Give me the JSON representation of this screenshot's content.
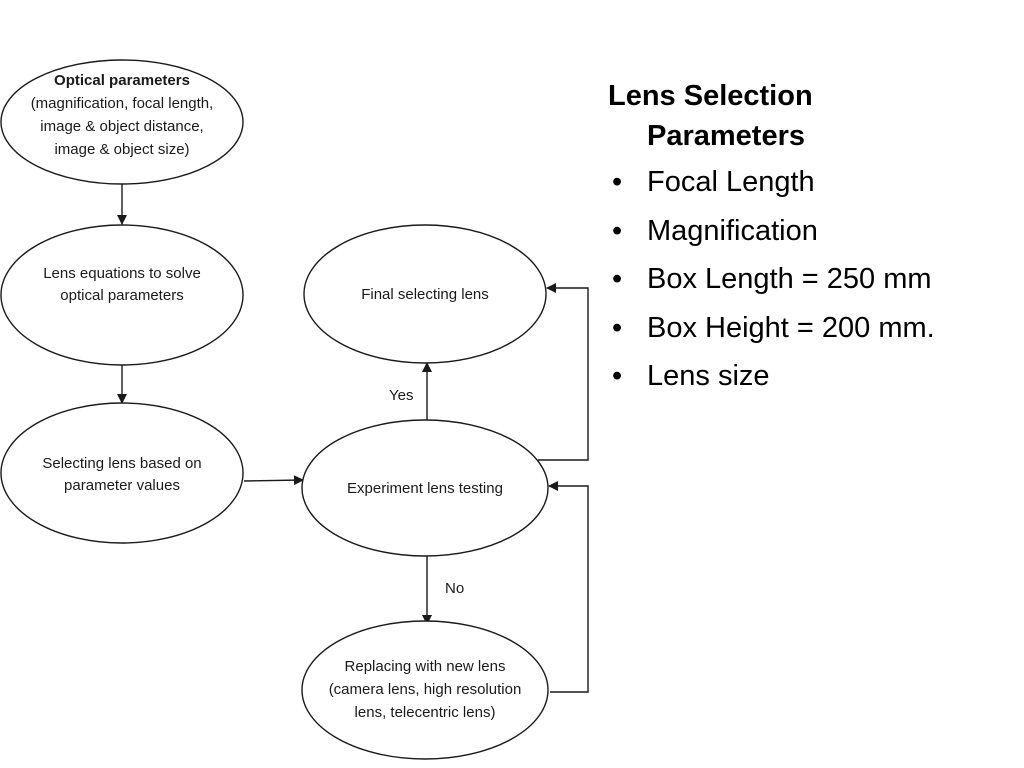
{
  "flowchart": {
    "nodes": {
      "optical": {
        "title": "Optical parameters",
        "lines": [
          "(magnification, focal length,",
          "image & object distance,",
          "image & object size)"
        ]
      },
      "equations": {
        "lines": [
          "Lens equations to solve",
          "optical parameters"
        ]
      },
      "selecting": {
        "lines": [
          "Selecting lens based on",
          "parameter values"
        ]
      },
      "experiment": {
        "lines": [
          "Experiment lens testing"
        ]
      },
      "final": {
        "lines": [
          "Final  selecting lens"
        ]
      },
      "replacing": {
        "lines": [
          "Replacing with new lens",
          "(camera lens, high resolution",
          "lens, telecentric lens)"
        ]
      }
    },
    "edges": {
      "yes": "Yes",
      "no": "No"
    }
  },
  "parameters": {
    "title_line1": "Lens Selection",
    "title_line2": "Parameters",
    "bullet": "•",
    "items": [
      "Focal Length",
      "Magnification",
      "Box Length = 250 mm",
      "Box Height = 200 mm.",
      "Lens size"
    ]
  }
}
